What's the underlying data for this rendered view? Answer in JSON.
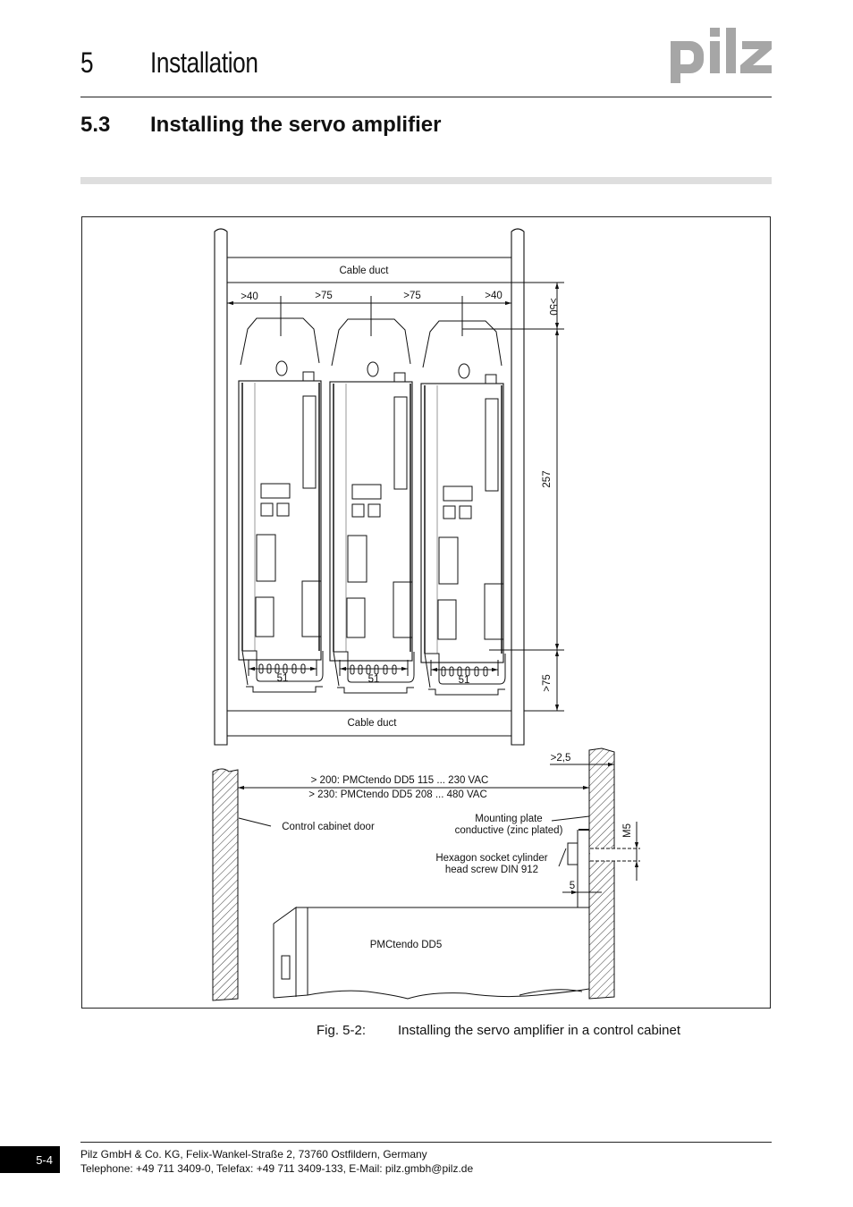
{
  "header": {
    "chapter_number": "5",
    "chapter_title": "Installation",
    "logo_text": "pilz",
    "section_number": "5.3",
    "section_title": "Installing the servo amplifier"
  },
  "figure": {
    "top_view": {
      "top_duct_label": "Cable duct",
      "bottom_duct_label": "Cable duct",
      "horizontal_spacings": [
        ">40",
        ">75",
        ">75",
        ">40"
      ],
      "top_clearance": ">50",
      "unit_height": "257",
      "bottom_clearance": ">75",
      "unit_widths": [
        "51",
        "51",
        "51"
      ]
    },
    "side_view": {
      "depth_line_1": "> 200: PMCtendo DD5 115 ... 230 VAC",
      "depth_line_2": "> 230: PMCtendo DD5 208 ... 480 VAC",
      "door_label": "Control cabinet door",
      "plate_offset": ">2,5",
      "mounting_plate_line_1": "Mounting plate",
      "mounting_plate_line_2": "conductive (zinc plated)",
      "screw_label_line_1": "Hexagon socket cylinder",
      "screw_label_line_2": "head screw DIN 912",
      "thread_label": "M5",
      "screw_offset": "5",
      "device_label": "PMCtendo DD5"
    },
    "caption_label": "Fig. 5-2:",
    "caption_text": "Installing the servo amplifier in a control cabinet"
  },
  "footer": {
    "page_number": "5-4",
    "address_line": "Pilz GmbH & Co. KG, Felix-Wankel-Straße 2, 73760 Ostfildern, Germany",
    "contact_line": "Telephone: +49 711 3409-0, Telefax: +49 711 3409-133, E-Mail: pilz.gmbh@pilz.de"
  }
}
